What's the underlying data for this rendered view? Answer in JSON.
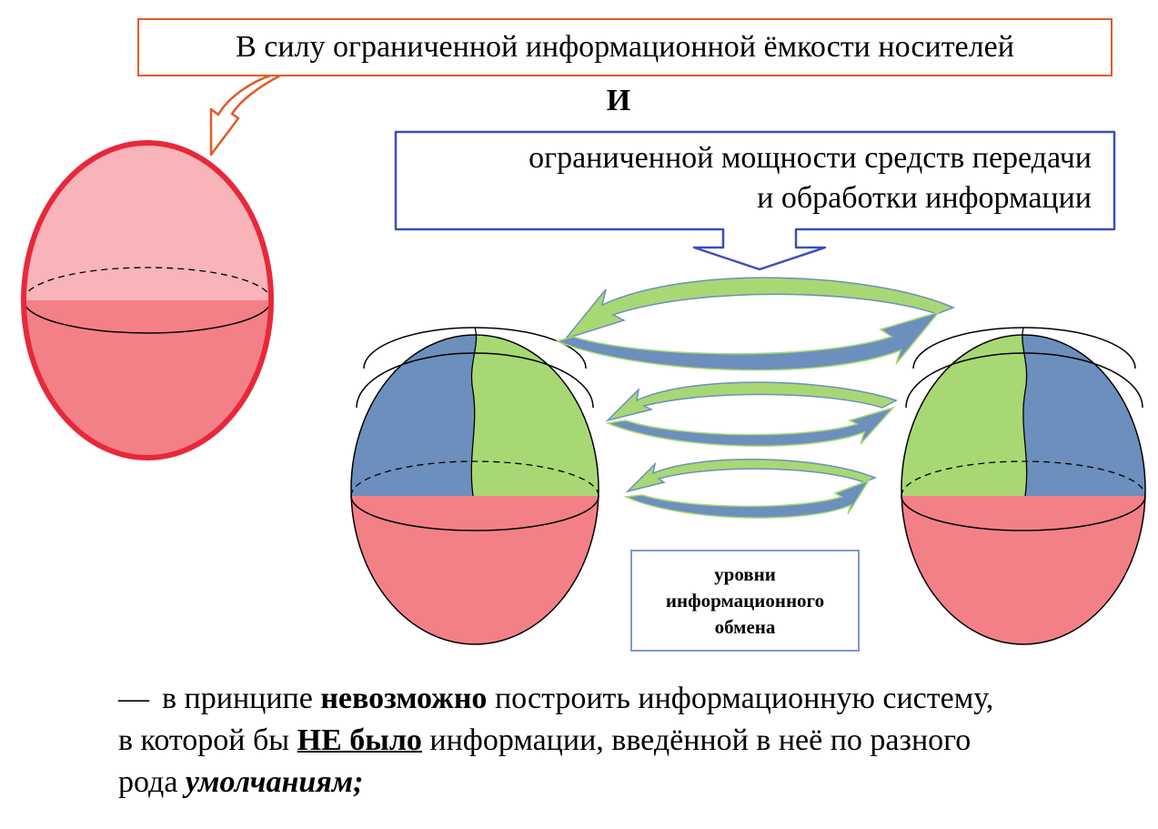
{
  "top_caption": "В силу ограниченной информационной ёмкости носителей",
  "and_word": "И",
  "right_caption": {
    "line1": "ограниченной мощности средств передачи",
    "line2": "и обработки информации"
  },
  "levels_label": {
    "line1": "уровни",
    "line2": "информационного",
    "line3": "обмена"
  },
  "conclusion": {
    "dash": "—",
    "part1": "в принципе",
    "bold1": "невозможно",
    "part2": "построить информационную систему,",
    "part3": "в которой бы",
    "bold_underlined": "НЕ было",
    "part4": "информации, введённой в неё по разного",
    "part5": "рода",
    "italic_bold": "умолчаниям",
    "end": ";"
  },
  "colors": {
    "red_outline": "#e8283a",
    "pink_top": "#f8b4b8",
    "pink_bottom": "#f48087",
    "blue": "#6d8fbd",
    "green": "#a8d874",
    "orange_border": "#e5582a",
    "blue_border": "#3a4ec0",
    "label_border": "#7d9ac8"
  }
}
